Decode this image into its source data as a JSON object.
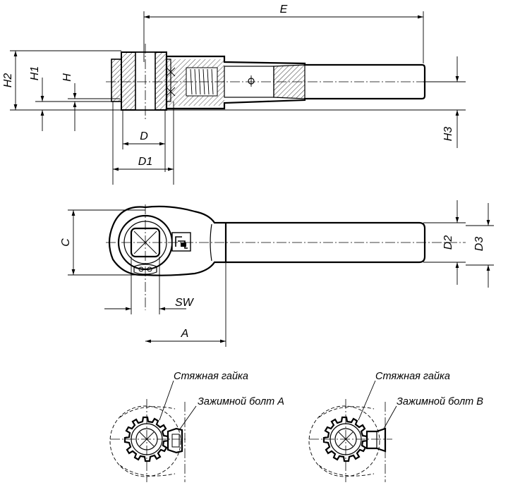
{
  "dimensions": {
    "E": "E",
    "H2": "H2",
    "H1": "H1",
    "H": "H",
    "H3": "H3",
    "D": "D",
    "D1": "D1",
    "C": "C",
    "D2": "D2",
    "D3": "D3",
    "SW": "SW",
    "A": "A"
  },
  "details": {
    "left": {
      "nut_label": "Стяжная гайка",
      "bolt_label": "Зажимной болт A"
    },
    "right": {
      "nut_label": "Стяжная гайка",
      "bolt_label": "Зажимной болт B"
    }
  }
}
